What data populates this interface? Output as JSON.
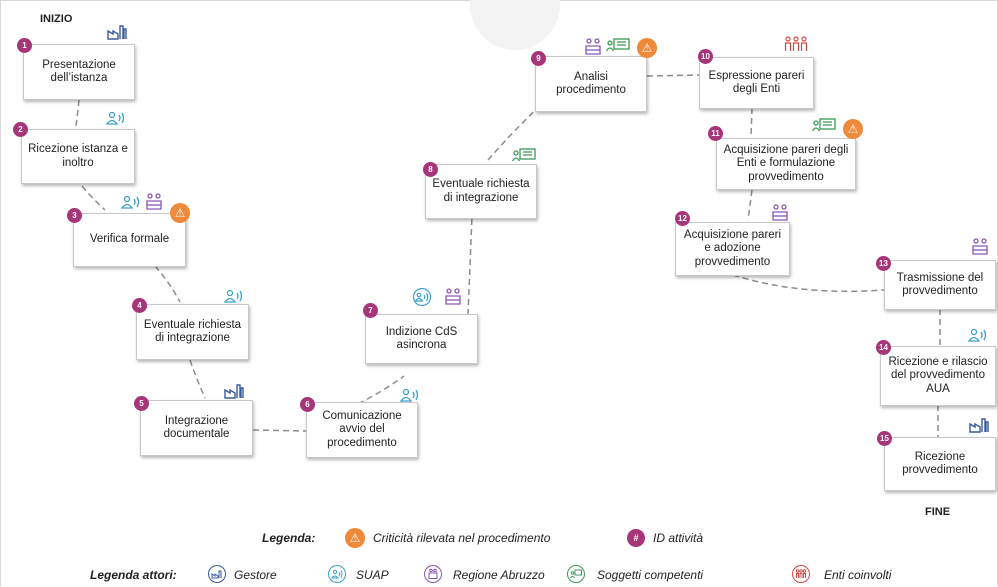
{
  "labels": {
    "start": "INIZIO",
    "end": "FINE"
  },
  "colors": {
    "number_badge": "#a6357a",
    "warning": "#ee8a3a",
    "gestore": "#3a5a9c",
    "suap": "#3aa0c9",
    "regione": "#8a56b5",
    "soggetti": "#3a9a55",
    "enti": "#cf4a45"
  },
  "nodes": [
    {
      "id": "1",
      "text": "Presentazione\ndell’istanza",
      "actors": [
        "gestore-icon"
      ],
      "critical": false
    },
    {
      "id": "2",
      "text": "Ricezione istanza e\ninoltro",
      "actors": [
        "suap-icon"
      ],
      "critical": false
    },
    {
      "id": "3",
      "text": "Verifica formale",
      "actors": [
        "suap-icon",
        "regione-icon"
      ],
      "critical": true
    },
    {
      "id": "4",
      "text": "Eventuale richiesta\ndi integrazione",
      "actors": [
        "suap-icon"
      ],
      "critical": false
    },
    {
      "id": "5",
      "text": "Integrazione\ndocumentale",
      "actors": [
        "gestore-icon"
      ],
      "critical": false
    },
    {
      "id": "6",
      "text": "Comunicazione\navvio del\nprocedimento",
      "actors": [
        "suap-icon"
      ],
      "critical": false
    },
    {
      "id": "7",
      "text": "Indizione CdS\nasincrona",
      "actors": [
        "suap-icon",
        "regione-icon"
      ],
      "critical": false
    },
    {
      "id": "8",
      "text": "Eventuale richiesta\ndi integrazione",
      "actors": [
        "soggetti-icon"
      ],
      "critical": false
    },
    {
      "id": "9",
      "text": "Analisi\nprocedimento",
      "actors": [
        "regione-icon",
        "soggetti-icon"
      ],
      "critical": true
    },
    {
      "id": "10",
      "text": "Espressione pareri\ndegli Enti",
      "actors": [
        "enti-icon"
      ],
      "critical": false
    },
    {
      "id": "11",
      "text": "Acquisizione pareri degli\nEnti e formulazione\nprovvedimento",
      "actors": [
        "soggetti-icon"
      ],
      "critical": true
    },
    {
      "id": "12",
      "text": "Acquisizione pareri\ne adozione\nprovvedimento",
      "actors": [
        "regione-icon"
      ],
      "critical": false
    },
    {
      "id": "13",
      "text": "Trasmissione del\nprovvedimento",
      "actors": [
        "regione-icon"
      ],
      "critical": false
    },
    {
      "id": "14",
      "text": "Ricezione e rilascio\ndel provvedimento\nAUA",
      "actors": [
        "suap-icon"
      ],
      "critical": false
    },
    {
      "id": "15",
      "text": "Ricezione\nprovvedimento",
      "actors": [
        "gestore-icon"
      ],
      "critical": false
    }
  ],
  "legend": {
    "title": "Legenda:",
    "critical_label": "Criticità rilevata nel procedimento",
    "id_badge": "#",
    "id_label": "ID attività",
    "actors_title": "Legenda attori:",
    "actors": [
      {
        "icon": "gestore-icon",
        "label": "Gestore"
      },
      {
        "icon": "suap-icon",
        "label": "SUAP"
      },
      {
        "icon": "regione-icon",
        "label": "Regione Abruzzo"
      },
      {
        "icon": "soggetti-icon",
        "label": "Soggetti competenti"
      },
      {
        "icon": "enti-icon",
        "label": "Enti coinvolti"
      }
    ]
  }
}
